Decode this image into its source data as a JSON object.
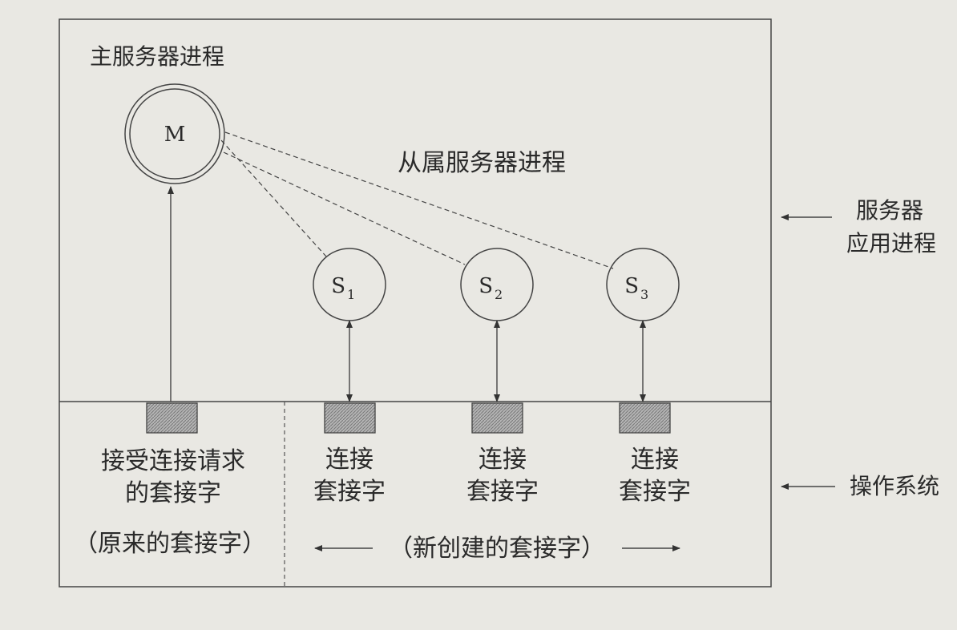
{
  "diagram": {
    "master_process_label": "主服务器进程",
    "master_node_label": "M",
    "slave_process_label": "从属服务器进程",
    "slaves": [
      {
        "letter": "S",
        "subscript": "1",
        "socket_line1": "连接",
        "socket_line2": "套接字"
      },
      {
        "letter": "S",
        "subscript": "2",
        "socket_line1": "连接",
        "socket_line2": "套接字"
      },
      {
        "letter": "S",
        "subscript": "3",
        "socket_line1": "连接",
        "socket_line2": "套接字"
      }
    ],
    "accept_socket_line1": "接受连接请求",
    "accept_socket_line2": "的套接字",
    "original_socket_label": "（原来的套接字）",
    "new_sockets_label": "（新创建的套接字）",
    "server_app_line1": "服务器",
    "server_app_line2": "应用进程",
    "os_label": "操作系统",
    "colors": {
      "background": "#e9e8e3",
      "line": "#3a3a3a",
      "socket_fill": "#9a9a9a"
    }
  }
}
